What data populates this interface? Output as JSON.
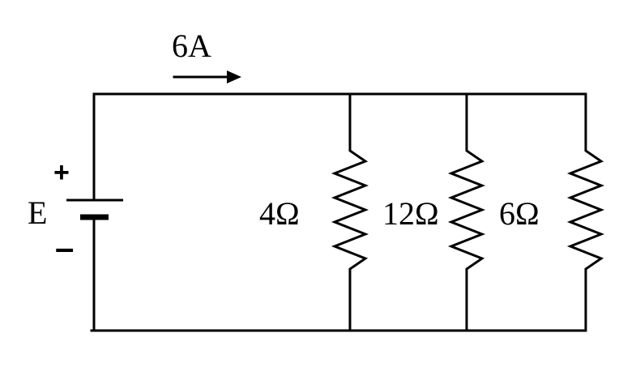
{
  "circuit": {
    "current_label": "6A",
    "source": {
      "label": "E",
      "positive_symbol": "+",
      "negative_symbol": "–"
    },
    "resistors": [
      {
        "label": "4Ω"
      },
      {
        "label": "12Ω"
      },
      {
        "label": "6Ω"
      }
    ]
  },
  "colors": {
    "ink": "#000000",
    "background": "#ffffff"
  }
}
